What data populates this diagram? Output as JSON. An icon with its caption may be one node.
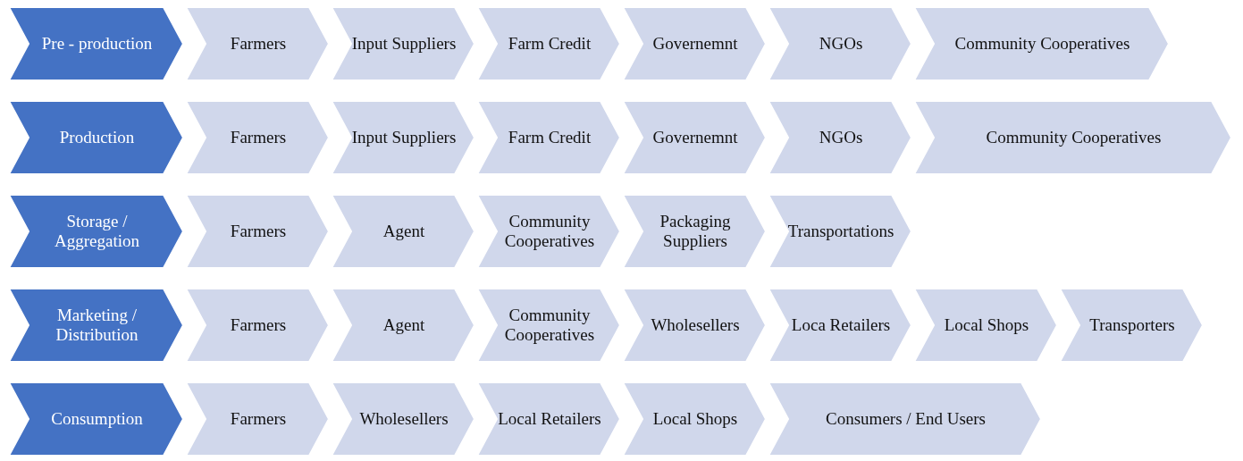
{
  "diagram": {
    "nodes": [
      {
        "text": [
          "Pre - production"
        ]
      },
      {
        "text": [
          "Farmers"
        ]
      },
      {
        "text": [
          "Input Suppliers"
        ]
      },
      {
        "text": [
          "Farm Credit"
        ]
      },
      {
        "text": [
          "Governemnt"
        ]
      },
      {
        "text": [
          "NGOs"
        ]
      },
      {
        "text": [
          "Community Cooperatives"
        ]
      },
      {
        "text": [
          "Production"
        ]
      },
      {
        "text": [
          "Farmers"
        ]
      },
      {
        "text": [
          "Input Suppliers"
        ]
      },
      {
        "text": [
          "Farm Credit"
        ]
      },
      {
        "text": [
          "Governemnt"
        ]
      },
      {
        "text": [
          "NGOs"
        ]
      },
      {
        "text": [
          "Community Cooperatives"
        ]
      },
      {
        "text": [
          "Storage / Aggregation"
        ]
      },
      {
        "text": [
          "Farmers"
        ]
      },
      {
        "text": [
          "Agent"
        ]
      },
      {
        "text": [
          "Community Cooperatives"
        ]
      },
      {
        "text": [
          "Packaging Suppliers"
        ]
      },
      {
        "text": [
          "Transportations"
        ]
      },
      {
        "text": [
          "Marketing / Distribution"
        ]
      },
      {
        "text": [
          "Farmers"
        ]
      },
      {
        "text": [
          "Agent"
        ]
      },
      {
        "text": [
          "Community Cooperatives"
        ]
      },
      {
        "text": [
          "Wholesellers"
        ]
      },
      {
        "text": [
          "Loca Retailers"
        ]
      },
      {
        "text": [
          "Local Shops"
        ]
      },
      {
        "text": [
          "Transporters"
        ]
      },
      {
        "text": [
          "Consumption"
        ]
      },
      {
        "text": [
          "Farmers"
        ]
      },
      {
        "text": [
          "Wholesellers"
        ]
      },
      {
        "text": [
          "Local Retailers"
        ]
      },
      {
        "text": [
          "Local Shops"
        ]
      },
      {
        "text": [
          "Consumers / End Users"
        ]
      }
    ]
  }
}
